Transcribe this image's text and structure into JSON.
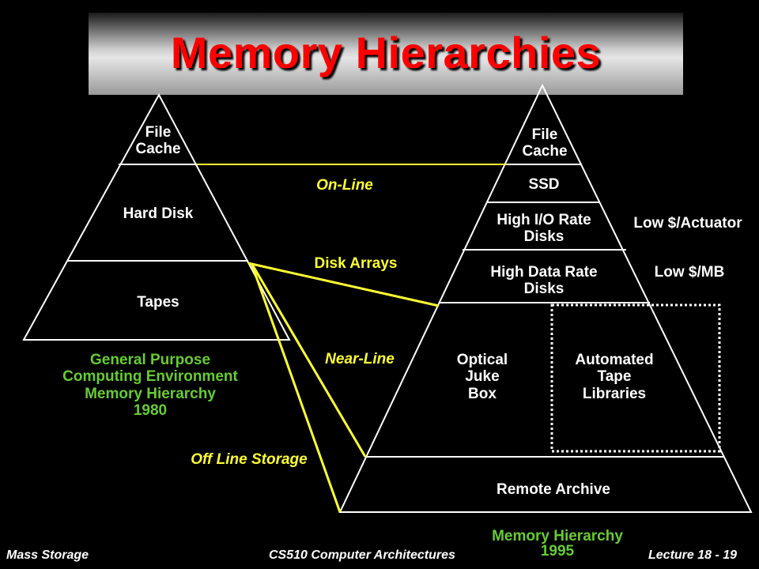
{
  "title": "Memory Hierarchies",
  "left_pyramid": {
    "levels": [
      "File\nCache",
      "Hard Disk",
      "Tapes"
    ],
    "caption": "General Purpose\nComputing Environment\nMemory Hierarchy\n1980"
  },
  "right_pyramid": {
    "levels": [
      "File\nCache",
      "SSD",
      "High I/O Rate\nDisks",
      "High Data Rate\nDisks",
      "Optical\nJuke\nBox",
      "Automated\nTape\nLibraries",
      "Remote Archive"
    ],
    "caption": "Memory Hierarchy\n1995"
  },
  "side_labels": {
    "actuator": "Low $/Actuator",
    "mb": "Low $/MB"
  },
  "connectors": {
    "online": "On-Line",
    "disk_arrays": "Disk Arrays",
    "nearline": "Near-Line",
    "offline": "Off Line Storage"
  },
  "footer": {
    "left": "Mass Storage",
    "center": "CS510 Computer Architectures",
    "right": "Lecture 18 - 19"
  },
  "colors": {
    "title": "#ff0000",
    "connector": "#ffff33",
    "caption": "#66cc33",
    "lines": "#ffffff",
    "background": "#000000"
  }
}
